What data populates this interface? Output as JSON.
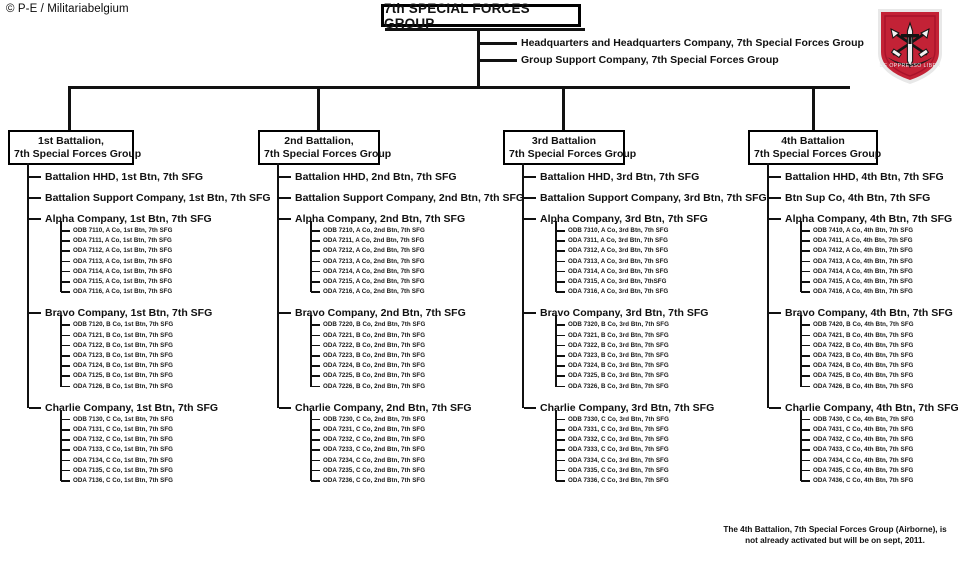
{
  "copyright": "© P-E / Militariabelgium",
  "root": {
    "title": "7th SPECIAL FORCES GROUP"
  },
  "hq_units": [
    "Headquarters and Headquarters Company,  7th Special Forces Group",
    "Group Support Company,  7th Special Forces Group"
  ],
  "insignia": {
    "name": "7th-special-forces-group-flash-patch",
    "colors": {
      "field": "#c32236",
      "border": "#e2e2e2",
      "device": "#1a1a1a"
    },
    "motto": "DE OPPRESSO LIBER"
  },
  "footnote": "The 4th Battalion, 7th Special Forces Group (Airborne), is not already activated but will be on sept, 2011.",
  "battalions": [
    {
      "id": "1st-battalion",
      "box_line1": "1st Battalion,",
      "box_line2": "7th Special Forces Group",
      "staff": [
        "Battalion HHD, 1st Btn, 7th SFG",
        "Battalion  Support Company, 1st Btn, 7th SFG"
      ],
      "companies": [
        {
          "label": "Alpha Company, 1st Btn, 7th SFG",
          "teams": [
            "ODB 7110, A Co, 1st Btn, 7th SFG",
            "ODA 7111, A Co, 1st Btn, 7th SFG",
            "ODA 7112, A Co, 1st Btn, 7th SFG",
            "ODA 7113, A Co, 1st Btn, 7th SFG",
            "ODA 7114, A Co, 1st Btn, 7th SFG",
            "ODA 7115, A Co, 1st Btn, 7th SFG",
            "ODA 7116, A Co, 1st Btn, 7th SFG"
          ]
        },
        {
          "label": "Bravo Company, 1st Btn, 7th SFG",
          "teams": [
            "ODB 7120, B Co, 1st Btn, 7th SFG",
            "ODA 7121, B Co, 1st Btn, 7th SFG",
            "ODA 7122, B Co, 1st Btn, 7th SFG",
            "ODA 7123, B Co, 1st Btn, 7th SFG",
            "ODA 7124, B Co, 1st Btn, 7th SFG",
            "ODA 7125, B Co, 1st Btn, 7th SFG",
            "ODA 7126, B Co, 1st Btn, 7th SFG"
          ]
        },
        {
          "label": "Charlie Company, 1st Btn, 7th SFG",
          "teams": [
            "ODB 7130, C Co, 1st Btn, 7th SFG",
            "ODA 7131, C Co, 1st Btn, 7th SFG",
            "ODA 7132, C Co, 1st Btn, 7th SFG",
            "ODA 7133, C Co, 1st Btn, 7th SFG",
            "ODA 7134, C Co, 1st Btn, 7th SFG",
            "ODA 7135, C Co, 1st Btn, 7th SFG",
            "ODA 7136, C Co, 1st Btn, 7th SFG"
          ]
        }
      ]
    },
    {
      "id": "2nd-battalion",
      "box_line1": "2nd Battalion,",
      "box_line2": "7th Special Forces Group",
      "staff": [
        "Battalion HHD, 2nd Btn, 7th SFG",
        "Battalion  Support Company, 2nd Btn, 7th SFG"
      ],
      "companies": [
        {
          "label": "Alpha Company, 2nd Btn, 7th SFG",
          "teams": [
            "ODB 7210, A Co, 2nd Btn, 7th SFG",
            "ODA 7211, A Co, 2nd Btn, 7th SFG",
            "ODA 7212, A Co, 2nd Btn, 7th SFG",
            "ODA 7213, A Co, 2nd Btn, 7th SFG",
            "ODA 7214, A Co, 2nd Btn, 7th SFG",
            "ODA 7215, A Co, 2nd Btn, 7th SFG",
            "ODA 7216, A Co, 2nd Btn, 7th SFG"
          ]
        },
        {
          "label": "Bravo Company, 2nd Btn, 7th SFG",
          "teams": [
            "ODB 7220, B Co, 2nd Btn, 7th SFG",
            "ODA 7221, B Co, 2nd Btn, 7th SFG",
            "ODA 7222, B Co, 2nd Btn, 7th SFG",
            "ODA 7223, B Co, 2nd Btn, 7th SFG",
            "ODA 7224, B Co, 2nd Btn, 7th SFG",
            "ODA 7225, B Co, 2nd Btn, 7th SFG",
            "ODA 7226, B Co, 2nd Btn, 7th SFG"
          ]
        },
        {
          "label": "Charlie Company, 2nd Btn, 7th SFG",
          "teams": [
            "ODB 7230, C Co, 2nd Btn, 7th SFG",
            "ODA 7231, C Co, 2nd Btn, 7th SFG",
            "ODA 7232, C Co, 2nd Btn, 7th SFG",
            "ODA 7233, C Co, 2nd Btn, 7th SFG",
            "ODA 7234, C Co, 2nd Btn, 7th SFG",
            "ODA 7235, C Co, 2nd Btn, 7th SFG",
            "ODA 7236, C Co, 2nd Btn, 7th SFG"
          ]
        }
      ]
    },
    {
      "id": "3rd-battalion",
      "box_line1": "3rd Battalion",
      "box_line2": "7th Special Forces Group",
      "staff": [
        "Battalion HHD, 3rd Btn, 7th SFG",
        "Battalion  Support Company, 3rd Btn,  7th SFG"
      ],
      "companies": [
        {
          "label": "Alpha Company, 3rd Btn, 7th SFG",
          "teams": [
            "ODB 7310, A Co, 3rd Btn, 7th SFG",
            "ODA 7311, A Co, 3rd Btn, 7th SFG",
            "ODA 7312, A Co, 3rd Btn, 7th SFG",
            "ODA 7313, A Co, 3rd Btn, 7th SFG",
            "ODA 7314, A Co, 3rd Btn, 7th SFG",
            "ODA 7315, A Co, 3rd Btn, 7thSFG",
            "ODA 7316, A Co, 3rd Btn, 7th SFG"
          ]
        },
        {
          "label": "Bravo Company, 3rd Btn, 7th SFG",
          "teams": [
            "ODB 7320, B Co, 3rd Btn, 7th SFG",
            "ODA 7321, B Co, 3rd Btn, 7th SFG",
            "ODA 7322, B Co, 3rd Btn, 7th SFG",
            "ODA 7323, B Co, 3rd Btn, 7th SFG",
            "ODA 7324, B Co, 3rd Btn, 7th SFG",
            "ODA 7325, B Co, 3rd Btn, 7th SFG",
            "ODA 7326, B Co, 3rd Btn, 7th SFG"
          ]
        },
        {
          "label": "Charlie Company, 3rd Btn, 7th SFG",
          "teams": [
            "ODB 7330, C Co, 3rd Btn, 7th SFG",
            "ODA 7331, C Co, 3rd Btn, 7th SFG",
            "ODA 7332, C Co, 3rd Btn, 7th SFG",
            "ODA 7333, C Co, 3rd Btn, 7th SFG",
            "ODA 7334, C Co, 3rd Btn, 7th SFG",
            "ODA 7335, C Co, 3rd Btn, 7th SFG",
            "ODA 7336, C Co, 3rd Btn, 7th SFG"
          ]
        }
      ]
    },
    {
      "id": "4th-battalion",
      "box_line1": "4th Battalion",
      "box_line2": "7th Special Forces Group",
      "staff": [
        "Battalion HHD, 4th Btn, 7th SFG",
        "Btn  Sup Co, 4th Btn, 7th SFG"
      ],
      "companies": [
        {
          "label": "Alpha Company, 4th Btn, 7th SFG",
          "teams": [
            "ODB 7410, A Co, 4th Btn, 7th SFG",
            "ODA 7411, A Co, 4th Btn, 7th SFG",
            "ODA 7412, A Co, 4th Btn, 7th SFG",
            "ODA 7413, A Co, 4th Btn, 7th SFG",
            "ODA 7414, A Co, 4th Btn, 7th SFG",
            "ODA 7415, A Co, 4th Btn, 7th SFG",
            "ODA 7416, A Co, 4th Btn, 7th SFG"
          ]
        },
        {
          "label": "Bravo Company, 4th Btn, 7th SFG",
          "teams": [
            "ODB 7420, B Co, 4th Btn, 7th SFG",
            "ODA 7421, B Co, 4th Btn, 7th SFG",
            "ODA 7422, B Co, 4th Btn, 7th SFG",
            "ODA 7423, B Co, 4th Btn, 7th SFG",
            "ODA 7424, B Co, 4th Btn, 7th SFG",
            "ODA 7425, B Co, 4th Btn, 7th SFG",
            "ODA 7426, B Co, 4th Btn, 7th SFG"
          ]
        },
        {
          "label": "Charlie Company, 4th Btn, 7th SFG",
          "teams": [
            "ODB 7430, C Co, 4th Btn, 7th SFG",
            "ODA 7431, C Co, 4th Btn, 7th SFG",
            "ODA 7432, C Co, 4th Btn, 7th SFG",
            "ODA 7433, C Co, 4th Btn, 7th SFG",
            "ODA 7434, C Co, 4th Btn, 7th SFG",
            "ODA 7435, C Co, 4th Btn, 7th SFG",
            "ODA 7436, C Co, 4th Btn, 7th SFG"
          ]
        }
      ]
    }
  ]
}
